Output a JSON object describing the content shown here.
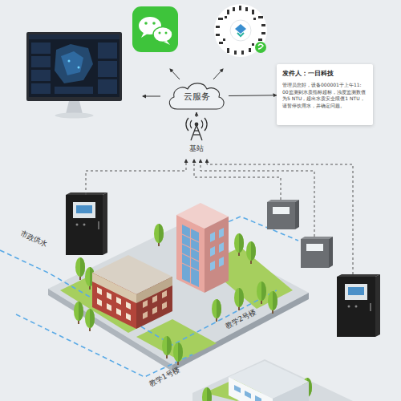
{
  "diagram": {
    "nodes": [
      {
        "text": [
          "云服务"
        ]
      },
      {
        "text": [
          "发件人：一日科技",
          "管理员您好，设备000001于上午11: 00监测到水质指标超标，浊度监测数值为5 NTU，超出水质安全限值1 NTU，请暂停饮用水，并确定问题。"
        ]
      },
      {
        "text": [
          "基站"
        ]
      }
    ],
    "edges": [
      {
        "from": 2,
        "to": 0,
        "arrow": "to"
      },
      {
        "from": 0,
        "to": 1,
        "arrow": "to"
      }
    ],
    "labels": [
      "市政供水",
      "教学2号楼",
      "教学1号楼"
    ]
  }
}
